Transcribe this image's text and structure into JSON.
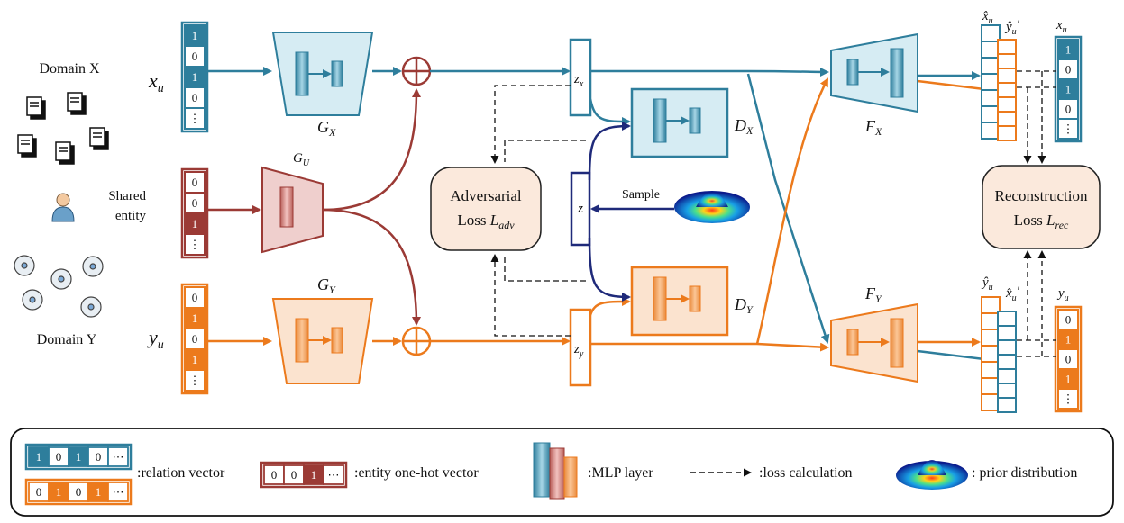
{
  "colors": {
    "teal": "#2e7e9c",
    "teal_fill": "#d6ecf3",
    "orange": "#ec7a1c",
    "orange_fill": "#fbe3cf",
    "maroon": "#9b3a35",
    "maroon_fill": "#efcfcd",
    "navy": "#1f2a7a",
    "loss_fill": "#fbe9dc"
  },
  "left": {
    "domain_x": "Domain X",
    "domain_y": "Domain Y",
    "shared_entity_line1": "Shared",
    "shared_entity_line2": "entity"
  },
  "vectors": {
    "xu_label": "x",
    "xu_sub": "u",
    "yu_label": "y",
    "yu_sub": "u",
    "xu_cells": [
      "1",
      "0",
      "1",
      "0",
      "⋮"
    ],
    "yu_cells": [
      "0",
      "1",
      "0",
      "1",
      "⋮"
    ],
    "entity_cells": [
      "0",
      "0",
      "1",
      "⋮"
    ]
  },
  "modules": {
    "gx": "G",
    "gx_sub": "X",
    "gy": "G",
    "gy_sub": "Y",
    "gu": "G",
    "gu_sub": "U",
    "dx": "D",
    "dx_sub": "X",
    "dy": "D",
    "dy_sub": "Y",
    "fx": "F",
    "fx_sub": "X",
    "fy": "F",
    "fy_sub": "Y"
  },
  "latents": {
    "zx": "z",
    "zx_sub": "x",
    "zy": "z",
    "zy_sub": "y",
    "z": "z"
  },
  "sample_label": "Sample",
  "adversarial": {
    "line1": "Adversarial",
    "line2": "Loss ",
    "sym": "L",
    "sub": "adv"
  },
  "reconstruction": {
    "line1": "Reconstruction",
    "line2": "Loss ",
    "sym": "L",
    "sub": "rec"
  },
  "outputs": {
    "top_xhat": "x̂",
    "top_xhat_sub": "u",
    "top_yhat_prime": "ŷ",
    "top_yhat_prime_sub": "u",
    "top_yhat_prime_mark": "′",
    "top_x": "x",
    "top_x_sub": "u",
    "bot_yhat": "ŷ",
    "bot_yhat_sub": "u",
    "bot_xhat_prime": "x̂",
    "bot_xhat_prime_sub": "u",
    "bot_xhat_prime_mark": "′",
    "bot_y": "y",
    "bot_y_sub": "u",
    "xu_truth_cells": [
      "1",
      "0",
      "1",
      "0",
      "⋮"
    ],
    "yu_truth_cells": [
      "0",
      "1",
      "0",
      "1",
      "⋮"
    ]
  },
  "legend": {
    "relation_cells_teal": [
      "1",
      "0",
      "1",
      "0",
      "⋯"
    ],
    "relation_cells_orange": [
      "0",
      "1",
      "0",
      "1",
      "⋯"
    ],
    "relation_label": ":relation vector",
    "entity_cells": [
      "0",
      "0",
      "1",
      "⋯"
    ],
    "entity_label": ":entity one-hot vector",
    "mlp_label": ":MLP layer",
    "loss_label": ":loss calculation",
    "prior_label": ": prior distribution"
  }
}
